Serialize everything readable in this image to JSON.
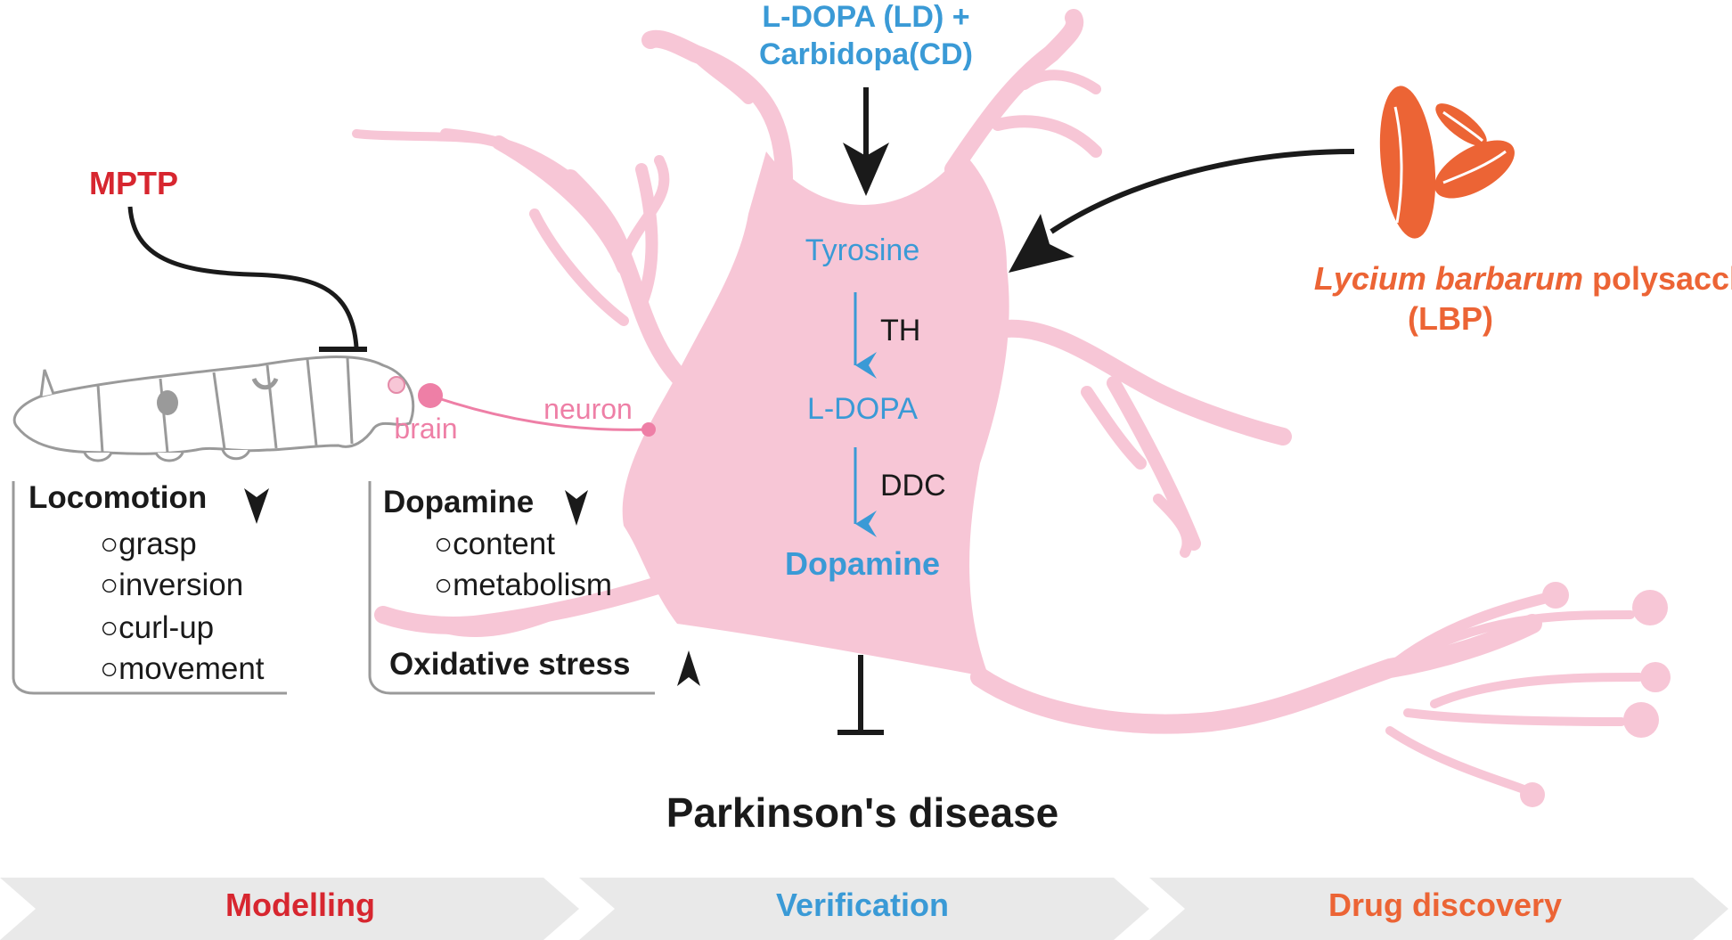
{
  "treatment": {
    "line1": "L-DOPA (LD) +",
    "line2": "Carbidopa(CD)"
  },
  "toxin": "MPTP",
  "lbp": {
    "name_italic": "Lycium barbarum",
    "name_rest": " polysaccharide",
    "abbrev": "(LBP)"
  },
  "pathway": {
    "tyrosine": "Tyrosine",
    "enzyme1": "TH",
    "ldopa": "L-DOPA",
    "enzyme2": "DDC",
    "dopamine": "Dopamine"
  },
  "labels": {
    "brain": "brain",
    "neuron": "neuron"
  },
  "locomotion": {
    "title": "Locomotion",
    "items": [
      "○grasp",
      "○inversion",
      "○curl-up",
      "○movement"
    ]
  },
  "dopamine_box": {
    "title": "Dopamine",
    "items": [
      "○content",
      "○metabolism"
    ],
    "oxidative": "Oxidative stress"
  },
  "disease": "Parkinson's disease",
  "stages": [
    "Modelling",
    "Verification",
    "Drug discovery"
  ],
  "colors": {
    "neuron_pink": "#f7c6d6",
    "blue": "#3a9ad6",
    "red": "#d7262f",
    "orange": "#ec6435",
    "gray": "#9a9a9a",
    "arrow_bg": "#e9e9e9"
  }
}
